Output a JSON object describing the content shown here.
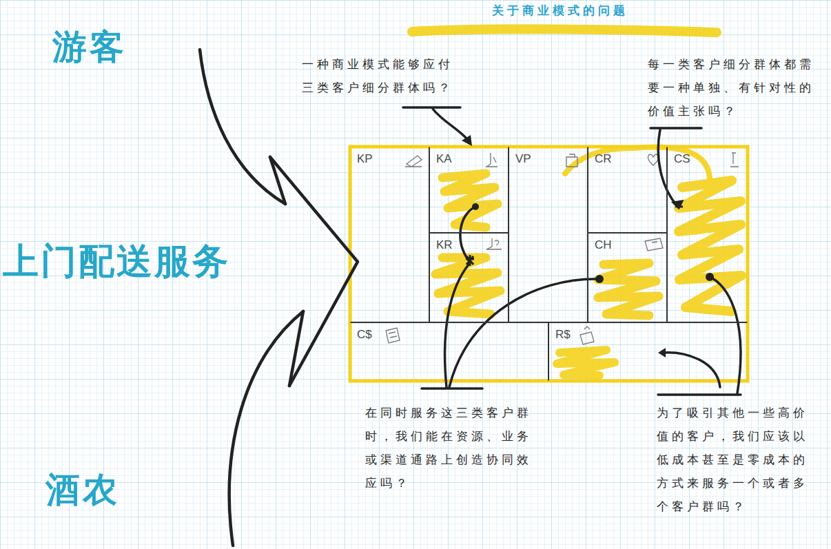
{
  "diagram": {
    "title": "关于商业模式的问题",
    "nodes": [
      {
        "text": [
          "KP"
        ]
      },
      {
        "text": [
          "KA"
        ]
      },
      {
        "text": [
          "VP"
        ]
      },
      {
        "text": [
          "CR"
        ]
      },
      {
        "text": [
          "CS"
        ]
      },
      {
        "text": [
          "KR"
        ]
      },
      {
        "text": [
          "CH"
        ]
      },
      {
        "text": [
          "C$"
        ]
      },
      {
        "text": [
          "R$"
        ]
      }
    ],
    "labels": [
      "游客",
      "上门配送服务",
      "酒农",
      "一种商业模式能够应付 三类客户细分群体吗？",
      "每一类客户细分群体都需 要一种单独、有针对性的 价值主张吗？",
      "在同时服务这三类客户群 时，我们能在资源、业务 或渠道通路上创造协同效 应吗？",
      "为了吸引其他一些高价 值的客户，我们应该以 低成本甚至是零成本的 方式来服务一个或者多 个客户群吗？"
    ]
  }
}
